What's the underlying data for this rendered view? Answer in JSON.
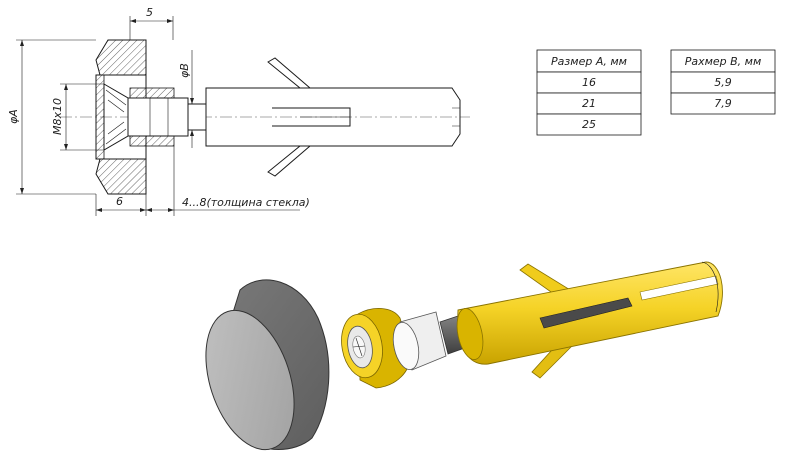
{
  "drawing": {
    "dims": {
      "top_width": "5",
      "bottom_width": "6",
      "dia_a": "φA",
      "dia_b": "φB",
      "thread": "M8x10",
      "glass": "4...8(толщина стекла)"
    }
  },
  "table_a": {
    "header": "Размер А, мм",
    "rows": [
      "16",
      "21",
      "25"
    ]
  },
  "table_b": {
    "header": "Рахмер В, мм",
    "rows": [
      "5,9",
      "7,9"
    ]
  },
  "colors": {
    "yellow": "#f5d327",
    "yellow_dark": "#d9b400",
    "grey": "#8c8c8c",
    "grey_face": "#a9a9a9",
    "white": "#f2f2f2",
    "pin": "#5a5a5a"
  }
}
